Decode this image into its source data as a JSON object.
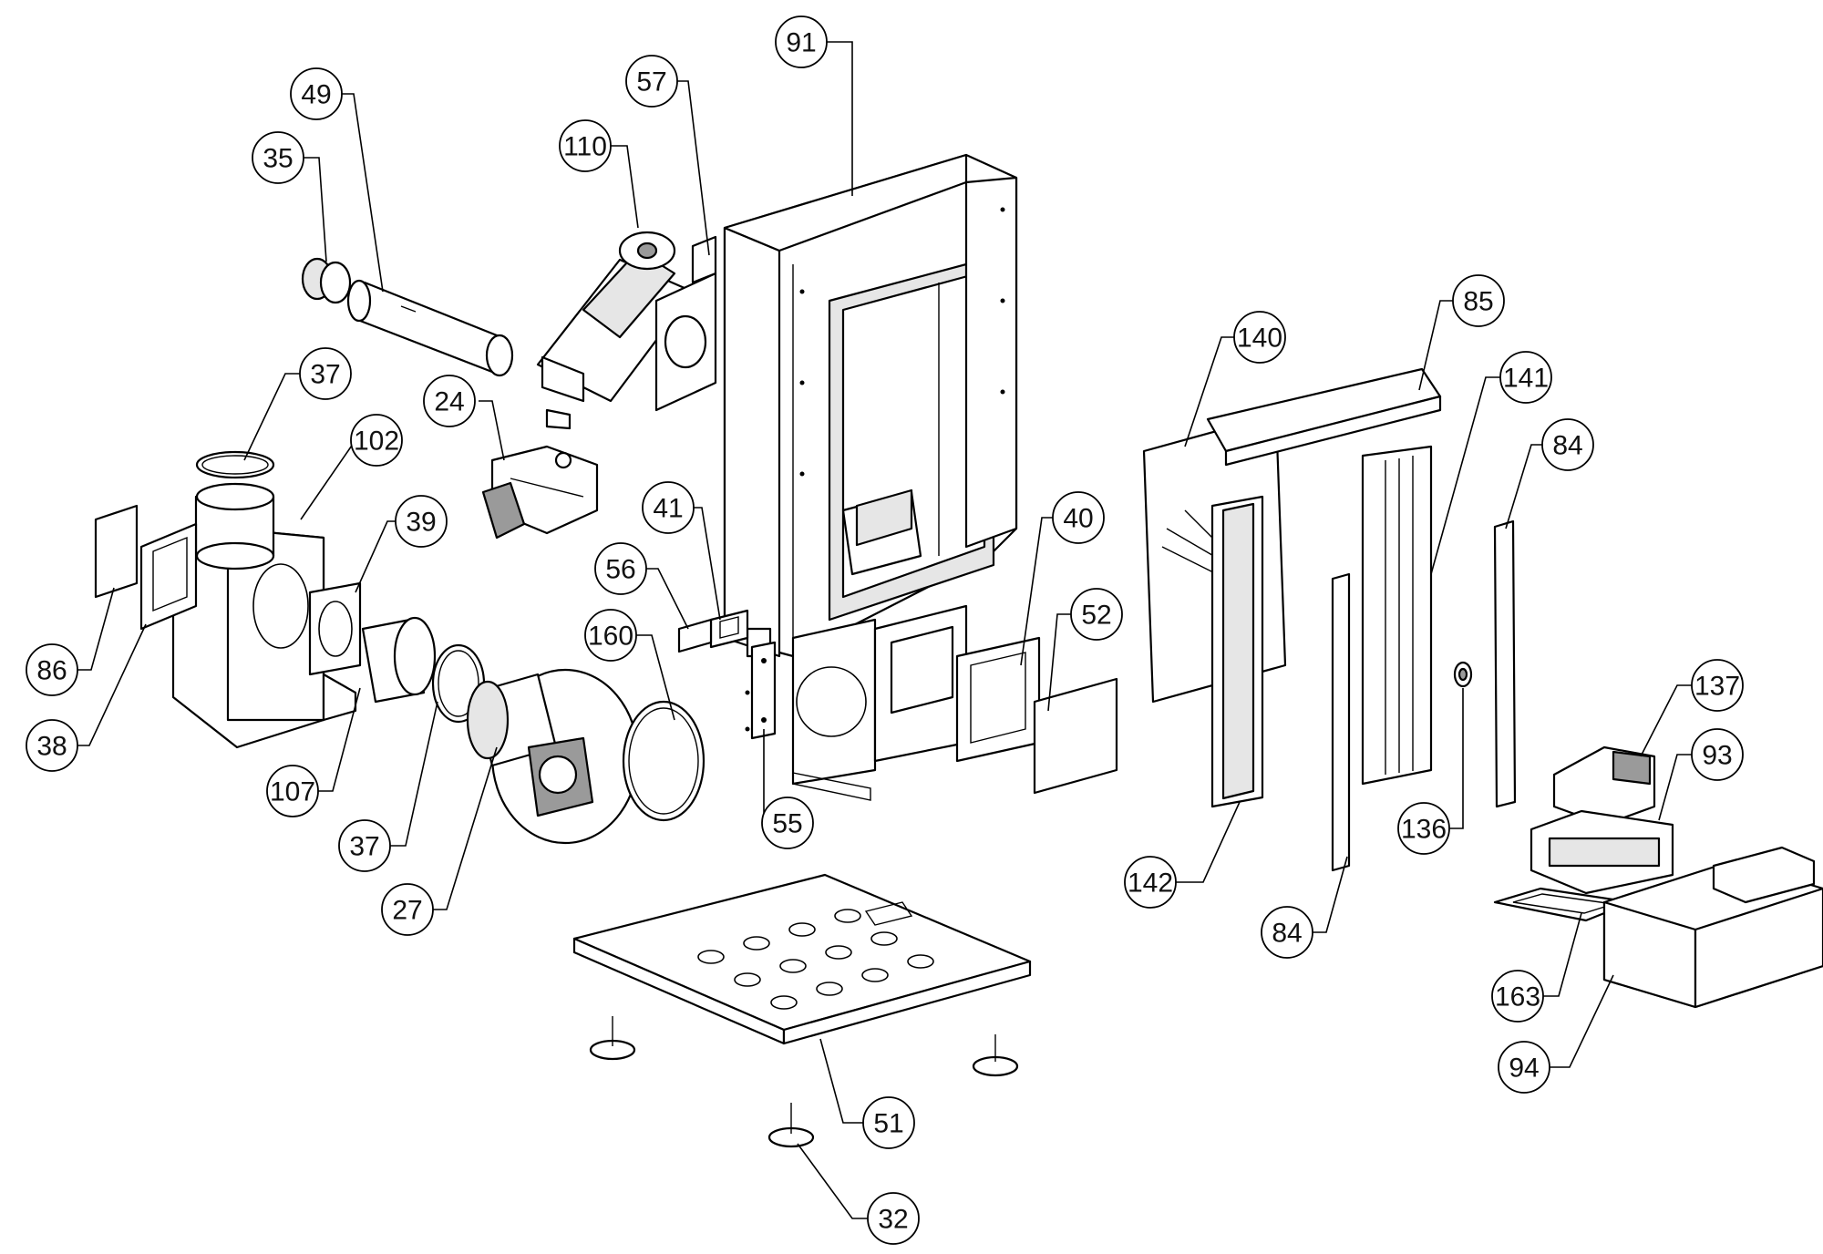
{
  "diagram": {
    "callouts": [
      {
        "id": "c91",
        "label": "91"
      },
      {
        "id": "c49",
        "label": "49"
      },
      {
        "id": "c57",
        "label": "57"
      },
      {
        "id": "c35",
        "label": "35"
      },
      {
        "id": "c110",
        "label": "110"
      },
      {
        "id": "c37a",
        "label": "37"
      },
      {
        "id": "c102",
        "label": "102"
      },
      {
        "id": "c24",
        "label": "24"
      },
      {
        "id": "c39",
        "label": "39"
      },
      {
        "id": "c41",
        "label": "41"
      },
      {
        "id": "c56",
        "label": "56"
      },
      {
        "id": "c160",
        "label": "160"
      },
      {
        "id": "c86",
        "label": "86"
      },
      {
        "id": "c38",
        "label": "38"
      },
      {
        "id": "c107",
        "label": "107"
      },
      {
        "id": "c37b",
        "label": "37"
      },
      {
        "id": "c27",
        "label": "27"
      },
      {
        "id": "c55",
        "label": "55"
      },
      {
        "id": "c40",
        "label": "40"
      },
      {
        "id": "c52",
        "label": "52"
      },
      {
        "id": "c51",
        "label": "51"
      },
      {
        "id": "c32",
        "label": "32"
      },
      {
        "id": "c85",
        "label": "85"
      },
      {
        "id": "c140",
        "label": "140"
      },
      {
        "id": "c141",
        "label": "141"
      },
      {
        "id": "c84a",
        "label": "84"
      },
      {
        "id": "c142",
        "label": "142"
      },
      {
        "id": "c84b",
        "label": "84"
      },
      {
        "id": "c136",
        "label": "136"
      },
      {
        "id": "c137",
        "label": "137"
      },
      {
        "id": "c93",
        "label": "93"
      },
      {
        "id": "c163",
        "label": "163"
      },
      {
        "id": "c94",
        "label": "94"
      }
    ]
  }
}
